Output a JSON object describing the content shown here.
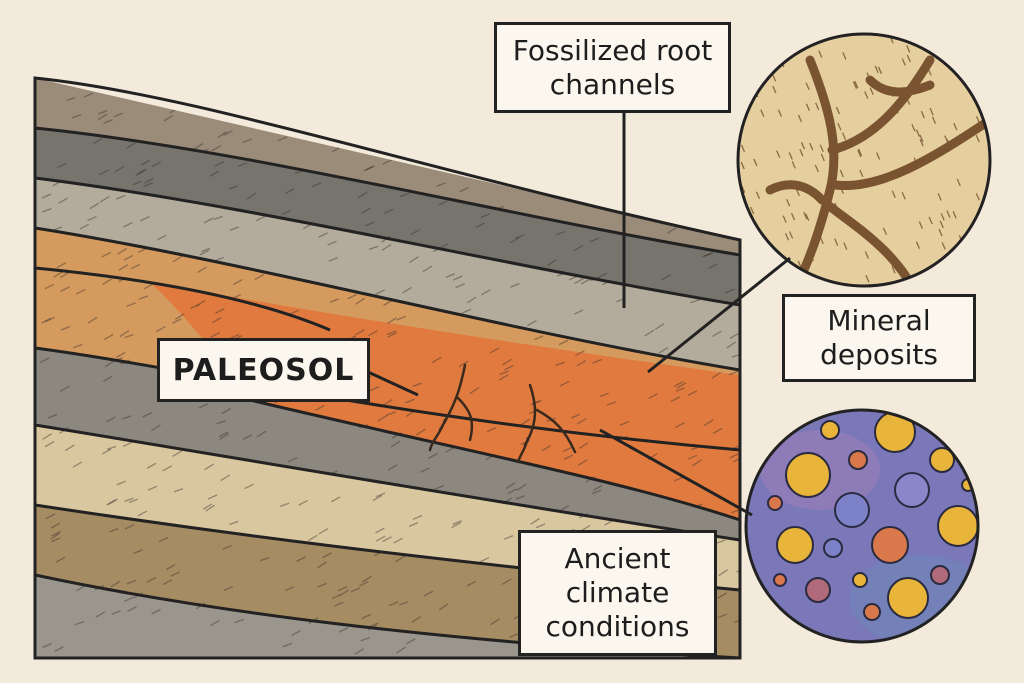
{
  "labels": {
    "root_channels": "Fossilized root channels",
    "paleosol": "PALEOSOL",
    "mineral_deposits": "Mineral deposits",
    "climate": "Ancient climate conditions"
  },
  "colors": {
    "background": "#f4eadb",
    "outline": "#222222",
    "label_fill": "#fbf7ee",
    "paleosol_orange": "#e07a3e",
    "root_brown": "#7a5330",
    "mineral_purple": "#7a78b8",
    "mineral_yellow": "#e8b53a"
  },
  "layers": [
    {
      "name": "top-brown",
      "color": "#9a8c78"
    },
    {
      "name": "dark-gray",
      "color": "#77736d"
    },
    {
      "name": "light-gray",
      "color": "#b3ab9b"
    },
    {
      "name": "tan-orange",
      "color": "#d59a5e"
    },
    {
      "name": "paleosol",
      "color": "#e07a3e"
    },
    {
      "name": "gray",
      "color": "#8c877f"
    },
    {
      "name": "beige",
      "color": "#d9c7a0"
    },
    {
      "name": "brown",
      "color": "#a68c63"
    },
    {
      "name": "bottom-gray",
      "color": "#9b968d"
    }
  ]
}
